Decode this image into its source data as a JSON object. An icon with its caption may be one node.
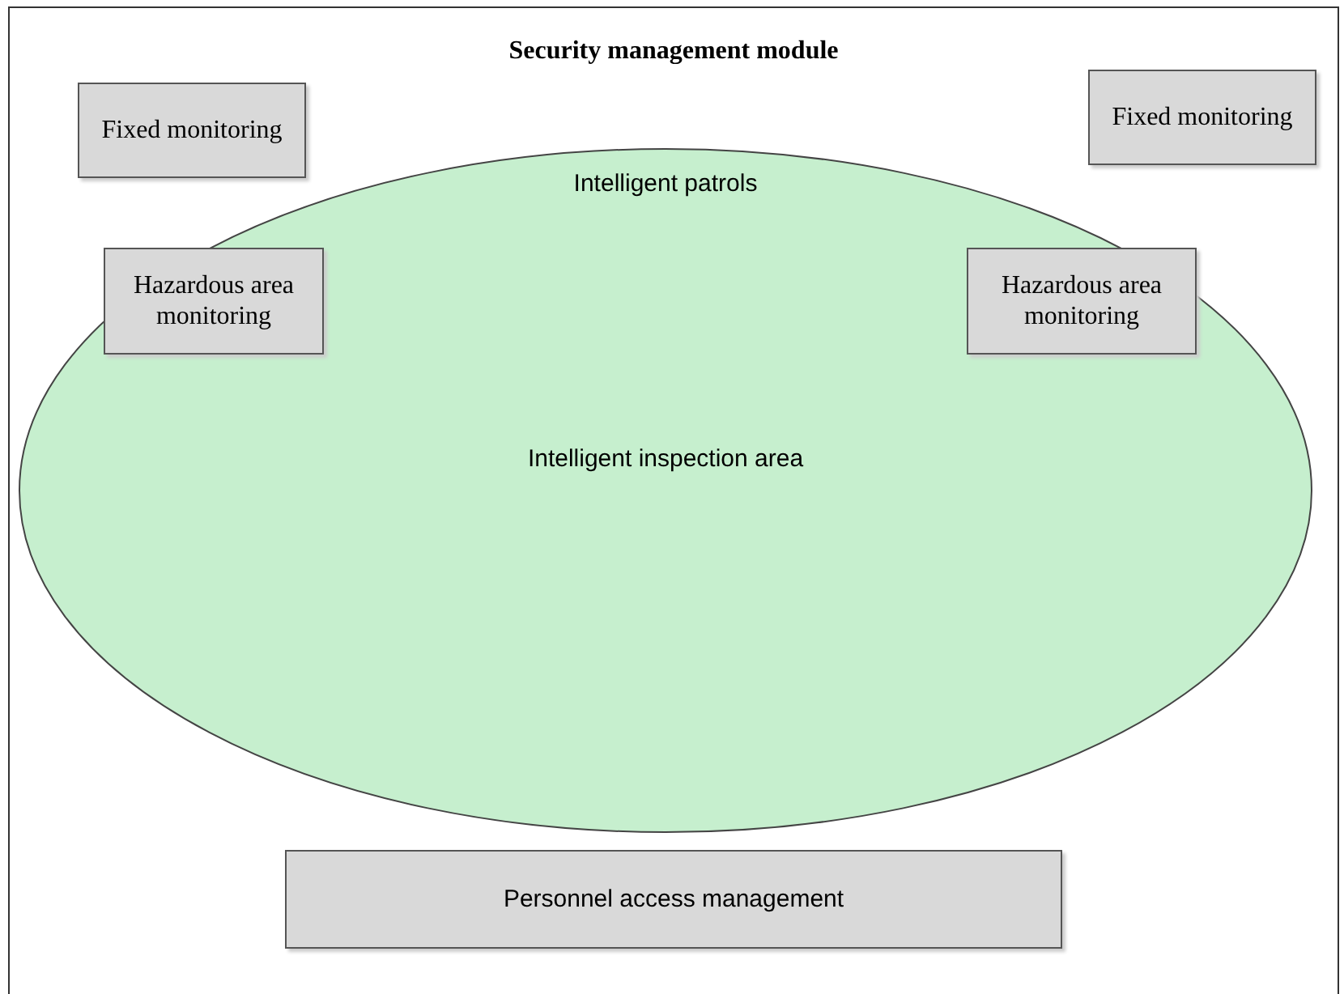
{
  "diagram": {
    "nodes": [
      {
        "text": [
          "Security management module"
        ]
      },
      {
        "text": [
          "Fixed monitoring"
        ],
        "in": 0
      },
      {
        "text": [
          "Fixed monitoring"
        ],
        "in": 0
      },
      {
        "text": [
          "Intelligent patrols",
          "Intelligent inspection area"
        ],
        "in": 0
      },
      {
        "text": [
          "Hazardous area monitoring"
        ],
        "in": 3
      },
      {
        "text": [
          "Hazardous area monitoring"
        ],
        "in": 3
      },
      {
        "text": [
          "Personnel access management"
        ],
        "in": 0
      }
    ]
  }
}
